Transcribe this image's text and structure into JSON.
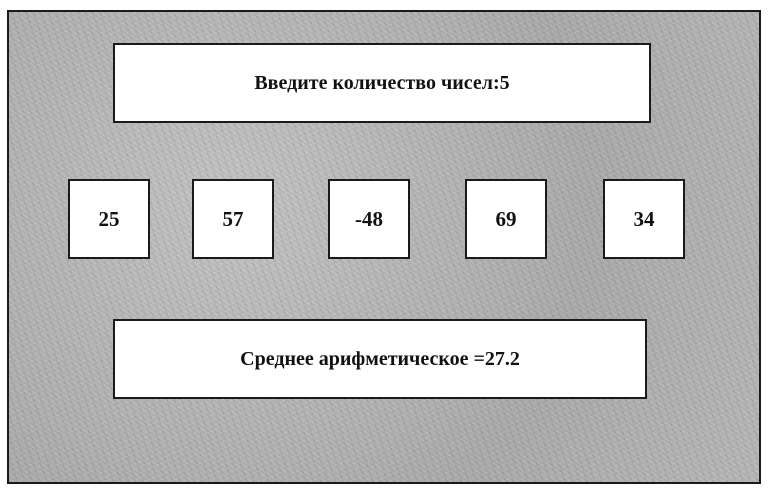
{
  "prompt": {
    "text": "Введите количество чисел:5"
  },
  "numbers": [
    "25",
    "57",
    "-48",
    "69",
    "34"
  ],
  "result": {
    "text": "Среднее арифметическое =27.2"
  },
  "colors": {
    "background": "#b4b4b4",
    "box_fill": "#ffffff",
    "border": "#1a1a1a",
    "text": "#111111"
  }
}
